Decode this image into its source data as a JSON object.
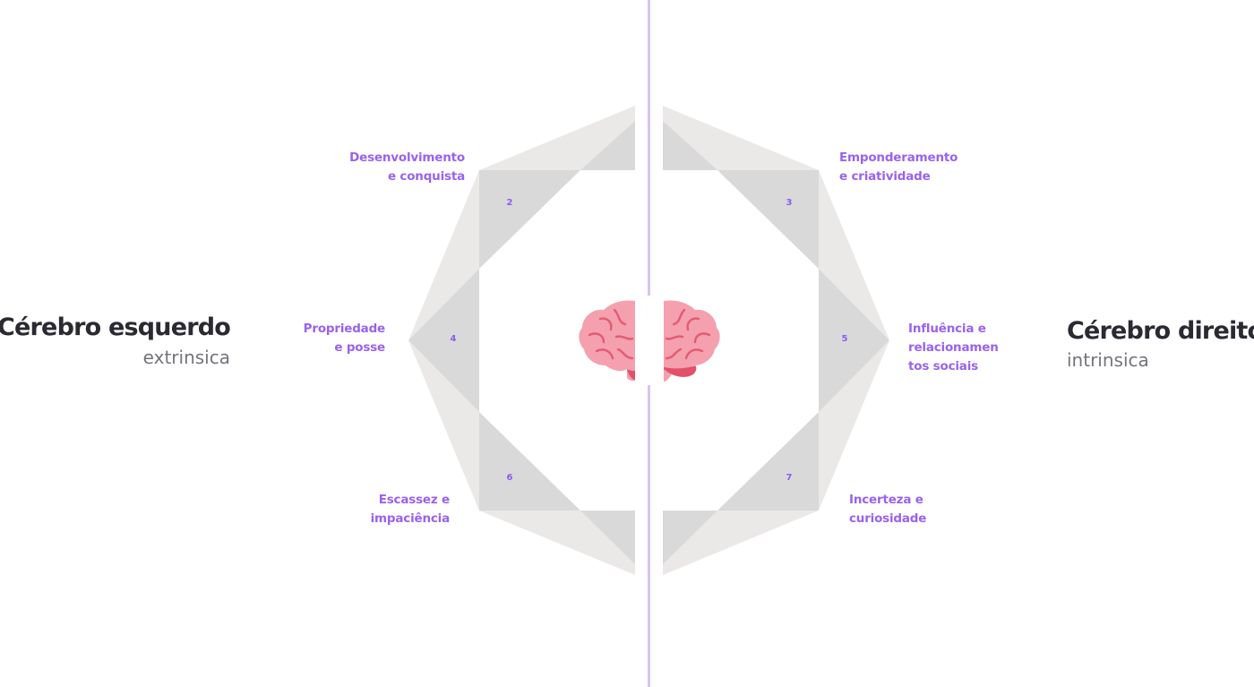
{
  "left": {
    "title": "Cérebro esquerdo",
    "subtitle": "extrinsica"
  },
  "right": {
    "title": "Cérebro direito",
    "subtitle": "intrinsica"
  },
  "drives": [
    {
      "number": "2",
      "lines": [
        "Desenvolvimento",
        "e conquista"
      ]
    },
    {
      "number": "3",
      "lines": [
        "Emponderamento",
        "e criatividade"
      ]
    },
    {
      "number": "4",
      "lines": [
        "Propriedade",
        "e posse"
      ]
    },
    {
      "number": "5",
      "lines": [
        "Influência e",
        "relacionamen",
        "tos sociais"
      ]
    },
    {
      "number": "6",
      "lines": [
        "Escassez e",
        "impaciência"
      ]
    },
    {
      "number": "7",
      "lines": [
        "Incerteza e",
        "curiosidade"
      ]
    }
  ],
  "colors": {
    "accent": "#9a62ee",
    "divider": "#d7c5ee",
    "octagon_light": "#ebe9e8",
    "octagon_dark": "#d9d9d9",
    "brain": "#f4a0ae"
  },
  "icons": {
    "center": "brain-icon"
  }
}
